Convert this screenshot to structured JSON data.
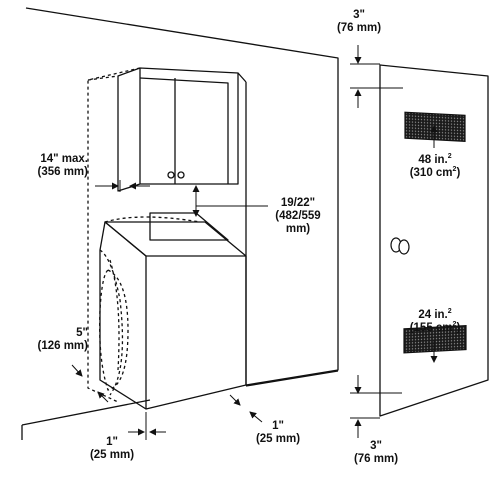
{
  "labels": {
    "door_top_gap": {
      "line1": "3\"",
      "line2": "(76 mm)"
    },
    "door_bottom_gap": {
      "line1": "3\"",
      "line2": "(76 mm)"
    },
    "top_vent_area": {
      "line1": "48 in.",
      "line1_sup": "2",
      "line2": "(310 cm",
      "line2_sup": "2",
      "line2_end": ")"
    },
    "bottom_vent_area": {
      "line1": "24 in.",
      "line1_sup": "2",
      "line2": "(155 cm",
      "line2_sup": "2",
      "line2_end": ")"
    },
    "cabinet_depth": {
      "line1": "14\" max.",
      "line2": "(356 mm)"
    },
    "cabinet_clearance": {
      "line1": "19/22\"",
      "line2": "(482/559",
      "line3": "mm)"
    },
    "side_clearance": {
      "line1": "5\"",
      "line2": "(126 mm)"
    },
    "front_left_gap": {
      "line1": "1\"",
      "line2": "(25 mm)"
    },
    "front_right_gap": {
      "line1": "1\"",
      "line2": "(25 mm)"
    }
  },
  "colors": {
    "line": "#111111",
    "vent_fill": "#222222",
    "background": "#ffffff"
  }
}
